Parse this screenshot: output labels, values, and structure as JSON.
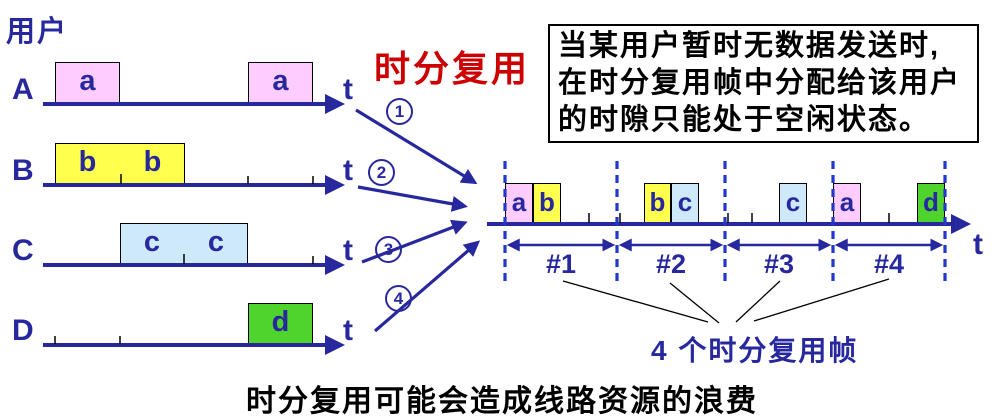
{
  "users_label": "用户",
  "title": "时分复用",
  "note_box": {
    "lines": [
      "当某用户暂时无数据发送时,",
      "在时分复用帧中分配给该用户",
      "的时隙只能处于空闲状态。"
    ]
  },
  "rows": [
    {
      "user": "A",
      "axis_label": "t",
      "blocks": [
        {
          "slot": 1,
          "label": "a",
          "color": "#FFCCFF"
        },
        {
          "slot": 4,
          "label": "a",
          "color": "#FFCCFF"
        }
      ]
    },
    {
      "user": "B",
      "axis_label": "t",
      "blocks": [
        {
          "slot": 1,
          "label": "b",
          "color": "#FFFF4D"
        },
        {
          "slot": 2,
          "label": "b",
          "color": "#FFFF4D"
        }
      ]
    },
    {
      "user": "C",
      "axis_label": "t",
      "blocks": [
        {
          "slot": 2,
          "label": "c",
          "color": "#CDE9FA"
        },
        {
          "slot": 3,
          "label": "c",
          "color": "#CDE9FA"
        }
      ]
    },
    {
      "user": "D",
      "axis_label": "t",
      "blocks": [
        {
          "slot": 4,
          "label": "d",
          "color": "#4FD42E"
        }
      ]
    }
  ],
  "flow_arrows": [
    {
      "label": "1"
    },
    {
      "label": "2"
    },
    {
      "label": "3"
    },
    {
      "label": "4"
    }
  ],
  "mux": {
    "axis_label": "t",
    "frames": [
      {
        "label": "#1",
        "slots": [
          {
            "slot": 1,
            "label": "a",
            "color": "#FFCCFF"
          },
          {
            "slot": 2,
            "label": "b",
            "color": "#FFFF4D"
          }
        ]
      },
      {
        "label": "#2",
        "slots": [
          {
            "slot": 2,
            "label": "b",
            "color": "#FFFF4D"
          },
          {
            "slot": 3,
            "label": "c",
            "color": "#CDE9FA"
          }
        ]
      },
      {
        "label": "#3",
        "slots": [
          {
            "slot": 3,
            "label": "c",
            "color": "#CDE9FA"
          }
        ]
      },
      {
        "label": "#4",
        "slots": [
          {
            "slot": 1,
            "label": "a",
            "color": "#FFCCFF"
          },
          {
            "slot": 4,
            "label": "d",
            "color": "#4FD42E"
          }
        ]
      }
    ],
    "frames_caption": "4 个时分复用帧"
  },
  "caption": "时分复用可能会造成线路资源的浪费",
  "colors": {
    "navy": "#28289E",
    "dashed_blue": "#2238CC",
    "title_red": "#CC0000",
    "block_pink": "#FFCCFF",
    "block_yellow": "#FFFF4D",
    "block_blue": "#CDE9FA",
    "block_green": "#4FD42E"
  }
}
